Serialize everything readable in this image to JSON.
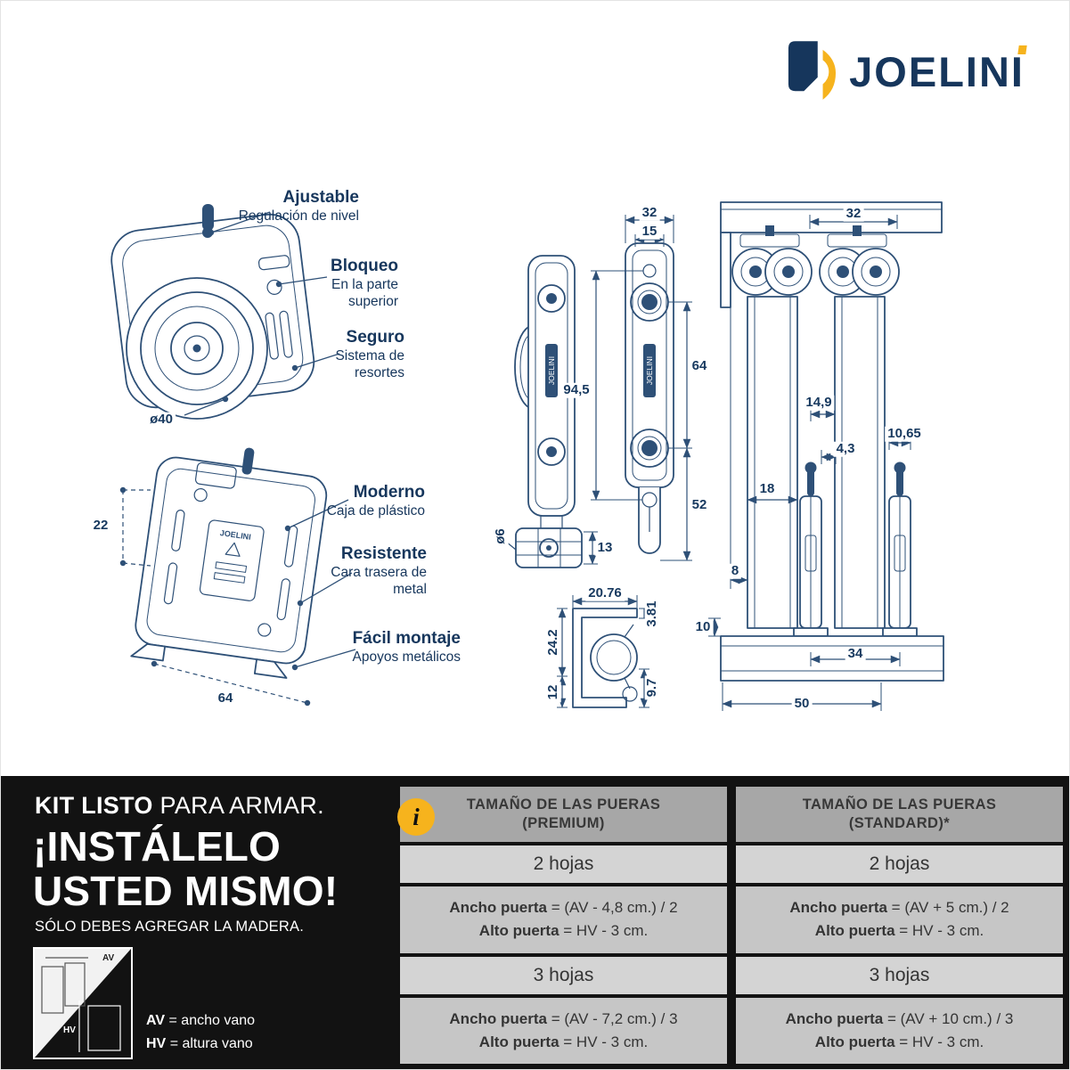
{
  "colors": {
    "navy": "#16365c",
    "drawing_stroke": "#2e5077",
    "yellow": "#f6b31d",
    "band_black": "#121212",
    "table_header_bg": "#a7a7a7",
    "table_row_light": "#d4d4d4",
    "table_row_mid": "#c6c6c6"
  },
  "logo": {
    "brand": "JOELINI"
  },
  "callouts": {
    "ajustable": {
      "title": "Ajustable",
      "desc": "Regulación de nivel"
    },
    "bloqueo": {
      "title": "Bloqueo",
      "desc": "En la parte superior"
    },
    "seguro": {
      "title": "Seguro",
      "desc": "Sistema de resortes"
    },
    "moderno": {
      "title": "Moderno",
      "desc": "Caja de plástico"
    },
    "resistente": {
      "title": "Resistente",
      "desc": "Cara trasera de metal"
    },
    "facil": {
      "title": "Fácil montaje",
      "desc": "Apoyos metálicos"
    }
  },
  "dims": {
    "dia40": "ø40",
    "d22": "22",
    "d64_plate": "64",
    "d32_front": "32",
    "d15": "15",
    "d94_5": "94,5",
    "d64": "64",
    "d52": "52",
    "d13": "13",
    "d6": "ø6",
    "d20_76": "20.76",
    "d3_81": "3.81",
    "d24_2": "24.2",
    "d12": "12",
    "d9_7": "9.7",
    "d32_asm": "32",
    "d14_9": "14,9",
    "d4_3": "4,3",
    "d10_65": "10,65",
    "d18": "18",
    "d8": "8",
    "d10": "10",
    "d34": "34",
    "d50": "50"
  },
  "promo": {
    "kit_bold": "KIT LISTO",
    "kit_rest": "PARA ARMAR.",
    "headline1": "¡INSTÁLELO",
    "headline2": "USTED MISMO!",
    "subline": "SÓLO DEBES AGREGAR LA MADERA.",
    "legend_av_label": "AV",
    "legend_av_text": "= ancho vano",
    "legend_hv_label": "HV",
    "legend_hv_text": "= altura vano",
    "ill_av": "AV",
    "ill_hv": "HV",
    "info_glyph": "i"
  },
  "tables": [
    {
      "header1": "TAMAÑO DE LAS PUERAS",
      "header2": "(PREMIUM)",
      "row_2hojas": "2 hojas",
      "f1_ancho_label": "Ancho puerta",
      "f1_ancho_val": "= (AV - 4,8 cm.) / 2",
      "f1_alto_label": "Alto puerta",
      "f1_alto_val": "= HV - 3 cm.",
      "row_3hojas": "3 hojas",
      "f2_ancho_label": "Ancho puerta",
      "f2_ancho_val": "= (AV - 7,2 cm.) / 3",
      "f2_alto_label": "Alto puerta",
      "f2_alto_val": "= HV - 3 cm."
    },
    {
      "header1": "TAMAÑO DE LAS PUERAS",
      "header2": "(STANDARD)*",
      "row_2hojas": "2 hojas",
      "f1_ancho_label": "Ancho puerta",
      "f1_ancho_val": "= (AV + 5 cm.) / 2",
      "f1_alto_label": "Alto puerta",
      "f1_alto_val": "= HV - 3 cm.",
      "row_3hojas": "3 hojas",
      "f2_ancho_label": "Ancho puerta",
      "f2_ancho_val": "= (AV + 10 cm.) / 3",
      "f2_alto_label": "Alto puerta",
      "f2_alto_val": "= HV - 3 cm."
    }
  ]
}
